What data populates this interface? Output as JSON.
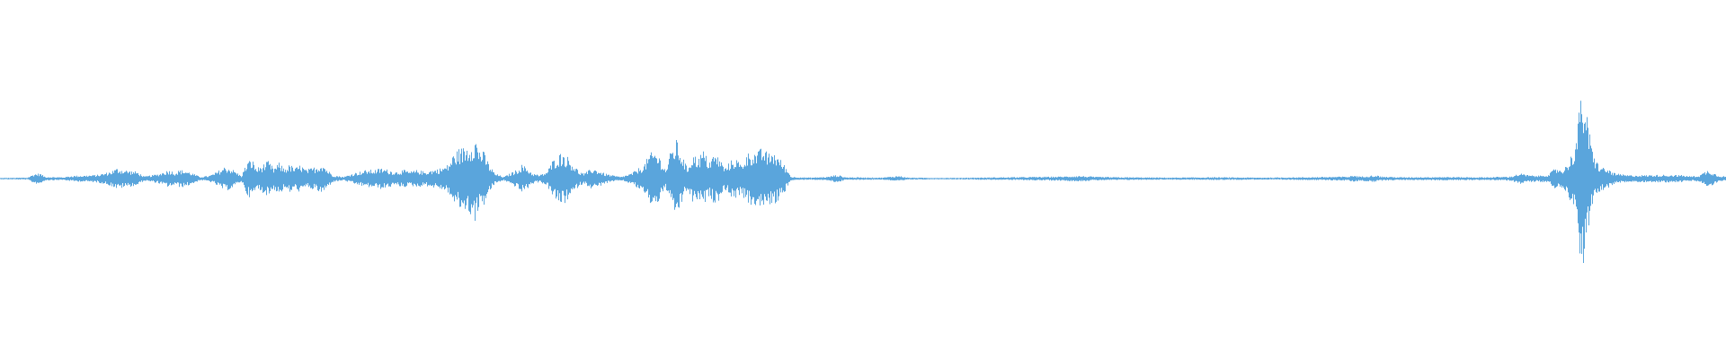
{
  "chart_data": {
    "type": "area",
    "title": "",
    "xlabel": "",
    "ylabel": "",
    "grid": false,
    "legend": "none",
    "color": "#5aa5dc",
    "baseline_color": "#5aa5dc",
    "x_domain": [
      0,
      1920
    ],
    "ylim": [
      -1,
      1
    ],
    "envelope": [
      [
        0,
        0.004
      ],
      [
        30,
        0.006
      ],
      [
        38,
        0.028
      ],
      [
        44,
        0.03
      ],
      [
        50,
        0.01
      ],
      [
        70,
        0.008
      ],
      [
        80,
        0.016
      ],
      [
        95,
        0.018
      ],
      [
        108,
        0.022
      ],
      [
        115,
        0.03
      ],
      [
        122,
        0.04
      ],
      [
        130,
        0.06
      ],
      [
        138,
        0.05
      ],
      [
        145,
        0.045
      ],
      [
        152,
        0.04
      ],
      [
        160,
        0.012
      ],
      [
        175,
        0.026
      ],
      [
        182,
        0.04
      ],
      [
        188,
        0.05
      ],
      [
        194,
        0.036
      ],
      [
        200,
        0.05
      ],
      [
        206,
        0.046
      ],
      [
        214,
        0.03
      ],
      [
        222,
        0.01
      ],
      [
        232,
        0.016
      ],
      [
        238,
        0.03
      ],
      [
        244,
        0.05
      ],
      [
        250,
        0.07
      ],
      [
        256,
        0.06
      ],
      [
        262,
        0.04
      ],
      [
        268,
        0.015
      ],
      [
        275,
        0.1
      ],
      [
        280,
        0.11
      ],
      [
        285,
        0.06
      ],
      [
        292,
        0.08
      ],
      [
        298,
        0.1
      ],
      [
        304,
        0.06
      ],
      [
        310,
        0.09
      ],
      [
        316,
        0.06
      ],
      [
        322,
        0.08
      ],
      [
        328,
        0.06
      ],
      [
        334,
        0.08
      ],
      [
        340,
        0.05
      ],
      [
        346,
        0.06
      ],
      [
        352,
        0.07
      ],
      [
        358,
        0.09
      ],
      [
        364,
        0.05
      ],
      [
        370,
        0.02
      ],
      [
        382,
        0.01
      ],
      [
        392,
        0.03
      ],
      [
        400,
        0.04
      ],
      [
        408,
        0.05
      ],
      [
        416,
        0.05
      ],
      [
        424,
        0.06
      ],
      [
        432,
        0.05
      ],
      [
        440,
        0.04
      ],
      [
        448,
        0.05
      ],
      [
        456,
        0.04
      ],
      [
        464,
        0.05
      ],
      [
        472,
        0.04
      ],
      [
        480,
        0.05
      ],
      [
        490,
        0.06
      ],
      [
        498,
        0.08
      ],
      [
        504,
        0.14
      ],
      [
        510,
        0.17
      ],
      [
        516,
        0.18
      ],
      [
        522,
        0.2
      ],
      [
        528,
        0.24
      ],
      [
        532,
        0.18
      ],
      [
        538,
        0.15
      ],
      [
        544,
        0.08
      ],
      [
        550,
        0.03
      ],
      [
        560,
        0.01
      ],
      [
        574,
        0.05
      ],
      [
        580,
        0.08
      ],
      [
        586,
        0.06
      ],
      [
        592,
        0.03
      ],
      [
        600,
        0.02
      ],
      [
        608,
        0.04
      ],
      [
        614,
        0.1
      ],
      [
        620,
        0.14
      ],
      [
        626,
        0.15
      ],
      [
        632,
        0.12
      ],
      [
        638,
        0.08
      ],
      [
        644,
        0.04
      ],
      [
        650,
        0.03
      ],
      [
        658,
        0.06
      ],
      [
        664,
        0.05
      ],
      [
        672,
        0.03
      ],
      [
        680,
        0.02
      ],
      [
        690,
        0.01
      ],
      [
        702,
        0.03
      ],
      [
        710,
        0.06
      ],
      [
        716,
        0.08
      ],
      [
        722,
        0.14
      ],
      [
        728,
        0.16
      ],
      [
        734,
        0.12
      ],
      [
        740,
        0.05
      ],
      [
        746,
        0.16
      ],
      [
        752,
        0.22
      ],
      [
        758,
        0.14
      ],
      [
        764,
        0.06
      ],
      [
        770,
        0.14
      ],
      [
        776,
        0.12
      ],
      [
        782,
        0.16
      ],
      [
        788,
        0.1
      ],
      [
        794,
        0.14
      ],
      [
        800,
        0.12
      ],
      [
        806,
        0.06
      ],
      [
        812,
        0.1
      ],
      [
        818,
        0.12
      ],
      [
        824,
        0.08
      ],
      [
        830,
        0.14
      ],
      [
        836,
        0.16
      ],
      [
        842,
        0.15
      ],
      [
        848,
        0.18
      ],
      [
        854,
        0.14
      ],
      [
        860,
        0.16
      ],
      [
        866,
        0.12
      ],
      [
        872,
        0.08
      ],
      [
        880,
        0.01
      ],
      [
        900,
        0.006
      ],
      [
        920,
        0.01
      ],
      [
        928,
        0.02
      ],
      [
        934,
        0.018
      ],
      [
        940,
        0.008
      ],
      [
        980,
        0.006
      ],
      [
        1000,
        0.016
      ],
      [
        1010,
        0.006
      ],
      [
        1050,
        0.004
      ],
      [
        1120,
        0.008
      ],
      [
        1150,
        0.01
      ],
      [
        1180,
        0.012
      ],
      [
        1200,
        0.016
      ],
      [
        1220,
        0.01
      ],
      [
        1250,
        0.008
      ],
      [
        1300,
        0.006
      ],
      [
        1350,
        0.008
      ],
      [
        1400,
        0.006
      ],
      [
        1450,
        0.008
      ],
      [
        1500,
        0.012
      ],
      [
        1505,
        0.02
      ],
      [
        1512,
        0.012
      ],
      [
        1530,
        0.02
      ],
      [
        1536,
        0.012
      ],
      [
        1560,
        0.008
      ],
      [
        1600,
        0.01
      ],
      [
        1650,
        0.008
      ],
      [
        1680,
        0.012
      ],
      [
        1690,
        0.03
      ],
      [
        1700,
        0.02
      ],
      [
        1710,
        0.016
      ],
      [
        1718,
        0.024
      ],
      [
        1722,
        0.02
      ],
      [
        1727,
        0.05
      ],
      [
        1732,
        0.06
      ],
      [
        1737,
        0.055
      ],
      [
        1740,
        0.06
      ],
      [
        1744,
        0.1
      ],
      [
        1748,
        0.14
      ],
      [
        1752,
        0.2
      ],
      [
        1755,
        0.32
      ],
      [
        1758,
        0.48
      ],
      [
        1760,
        0.5
      ],
      [
        1762,
        0.48
      ],
      [
        1764,
        0.4
      ],
      [
        1766,
        0.3
      ],
      [
        1768,
        0.26
      ],
      [
        1770,
        0.18
      ],
      [
        1774,
        0.12
      ],
      [
        1778,
        0.08
      ],
      [
        1784,
        0.06
      ],
      [
        1790,
        0.05
      ],
      [
        1796,
        0.03
      ],
      [
        1810,
        0.02
      ],
      [
        1830,
        0.02
      ],
      [
        1850,
        0.022
      ],
      [
        1870,
        0.02
      ],
      [
        1880,
        0.014
      ],
      [
        1890,
        0.018
      ],
      [
        1896,
        0.04
      ],
      [
        1900,
        0.05
      ],
      [
        1904,
        0.04
      ],
      [
        1910,
        0.02
      ],
      [
        1920,
        0.012
      ]
    ]
  }
}
